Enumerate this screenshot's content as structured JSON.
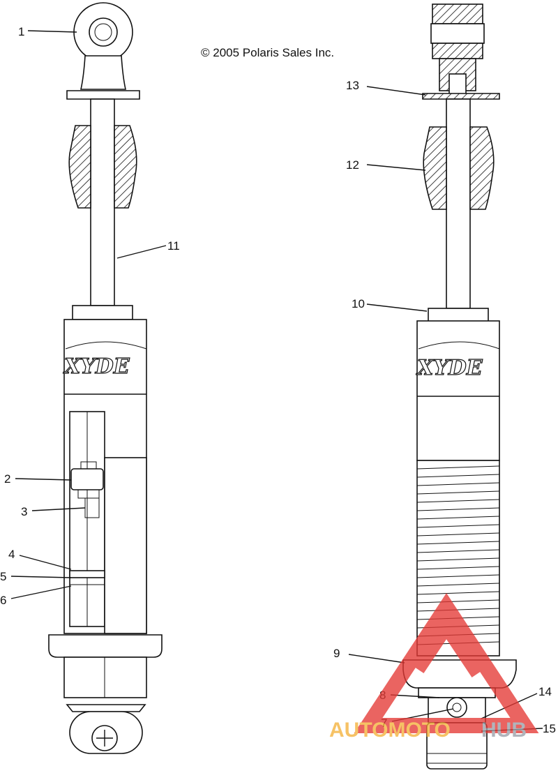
{
  "copyright": "© 2005 Polaris Sales Inc.",
  "callouts": [
    "1",
    "2",
    "3",
    "4",
    "5",
    "6",
    "7",
    "8",
    "9",
    "10",
    "11",
    "12",
    "13",
    "14",
    "15"
  ],
  "logo_text": "XYDE",
  "watermark": {
    "text_part1": "AUTOMOTO",
    "text_part2": "HUB",
    "color_primary": "#f4b23a",
    "color_secondary": "#9aa0a8",
    "triangle_color": "#e53935"
  }
}
